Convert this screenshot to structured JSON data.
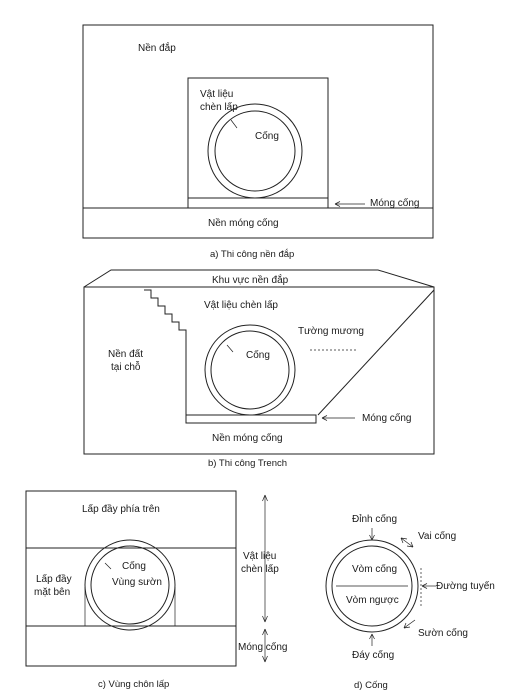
{
  "panel_a": {
    "embankment": "Nền đắp",
    "backfill_line1": "Vật liệu",
    "backfill_line2": "chèn lấp",
    "pipe": "Cống",
    "bedding": "Móng cống",
    "foundation": "Nền móng cống",
    "caption": "a) Thi công nền đắp"
  },
  "panel_b": {
    "fill_zone": "Khu vực nền đắp",
    "backfill": "Vật liệu chèn lấp",
    "trench_wall": "Tường mương",
    "native_line1": "Nền đất",
    "native_line2": "tại chỗ",
    "pipe": "Cống",
    "bedding": "Móng cống",
    "foundation": "Nền móng cống",
    "caption": "b) Thi công Trench"
  },
  "panel_c": {
    "top_fill": "Lấp đầy phía trên",
    "side_fill_line1": "Lấp đầy",
    "side_fill_line2": "mặt bên",
    "pipe": "Cống",
    "haunch": "Vùng sườn",
    "backfill_line1": "Vật liệu",
    "backfill_line2": "chèn lấp",
    "bedding": "Móng cống",
    "caption": "c) Vùng chôn lấp"
  },
  "panel_d": {
    "crown": "Đỉnh cống",
    "shoulder": "Vai cống",
    "arch": "Vòm cống",
    "springline": "Đường tuyến",
    "invert_arch": "Vòm ngược",
    "haunch": "Sườn cống",
    "invert": "Đáy cống",
    "caption": "d) Cống"
  }
}
